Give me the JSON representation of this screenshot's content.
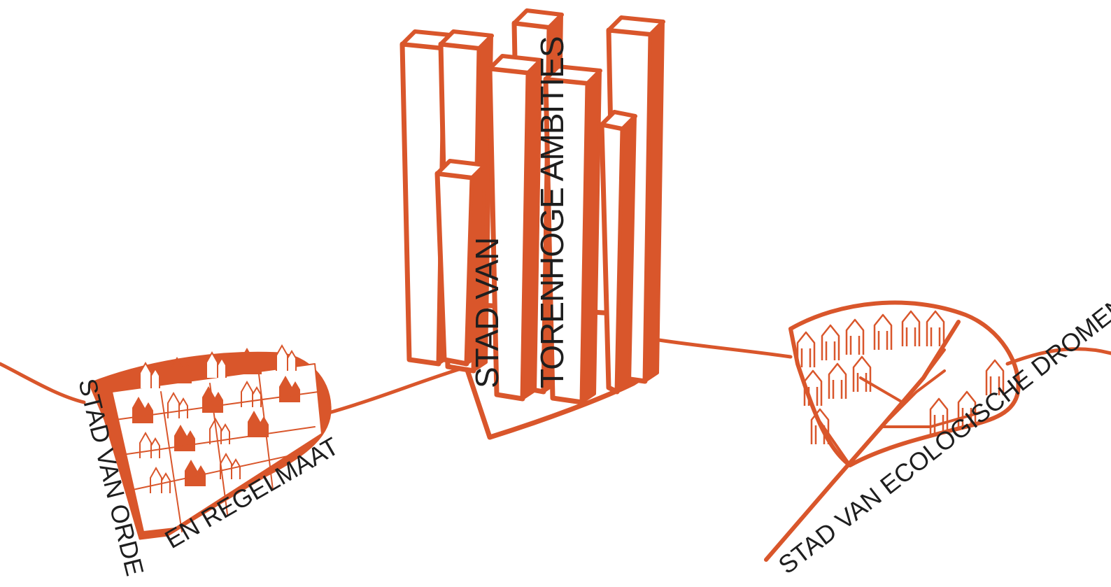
{
  "colors": {
    "ink": "#d9562b",
    "text": "#1e1e1e",
    "background": "#ffffff"
  },
  "labels": {
    "order_city_line1": "STAD VAN ORDE",
    "order_city_line2": "EN REGELMAAT",
    "towers_line1": "STAD VAN",
    "towers_line2": "TORENHOGE AMBITIES",
    "eco_city": "STAD VAN ECOLOGISCHE DROMEN"
  },
  "icons": [
    "tower-cluster-icon",
    "house-grid-icon",
    "leaf-city-icon",
    "road-line-icon"
  ]
}
